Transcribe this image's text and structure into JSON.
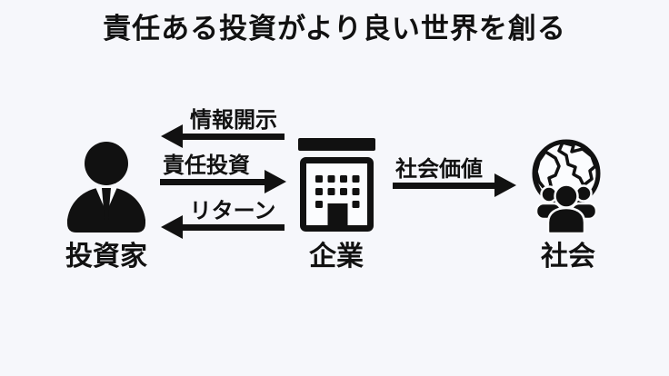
{
  "title": "責任ある投資がより良い世界を創る",
  "colors": {
    "background": "#f6f7fb",
    "ink": "#111111",
    "icon_fill_light": "#fbfcfe"
  },
  "diagram": {
    "nodes": [
      {
        "id": "investor",
        "label": "投資家",
        "icon": "businessman-icon"
      },
      {
        "id": "company",
        "label": "企業",
        "icon": "office-building-icon"
      },
      {
        "id": "society",
        "label": "社会",
        "icon": "globe-people-icon"
      }
    ],
    "arrows": [
      {
        "label": "情報開示",
        "from": "企業",
        "to": "投資家",
        "direction": "left"
      },
      {
        "label": "責任投資",
        "from": "投資家",
        "to": "企業",
        "direction": "right"
      },
      {
        "label": "リターン",
        "from": "企業",
        "to": "投資家",
        "direction": "left"
      },
      {
        "label": "社会価値",
        "from": "企業",
        "to": "社会",
        "direction": "right"
      }
    ]
  }
}
